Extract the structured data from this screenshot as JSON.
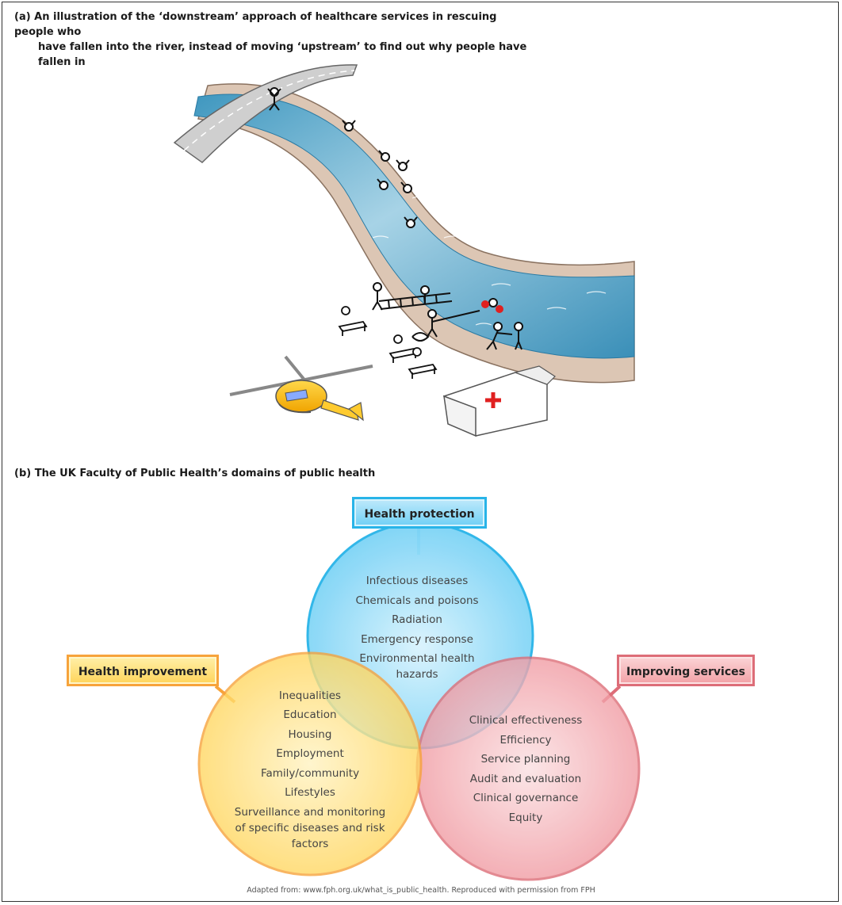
{
  "panel_a": {
    "caption_line1": "(a)  An illustration of the ‘downstream’ approach of healthcare services in rescuing people who",
    "caption_line2": "have fallen into the river, instead of moving ‘upstream’ to find out why people have fallen in"
  },
  "panel_b": {
    "caption": "(b)  The UK Faculty of Public Health’s domains of public health",
    "domains": [
      {
        "label": "Health protection",
        "color": "#5ccaf2",
        "items": [
          "Infectious diseases",
          "Chemicals and poisons",
          "Radiation",
          "Emergency response",
          "Environmental health",
          "hazards"
        ]
      },
      {
        "label": "Health improvement",
        "color": "#ffd24f",
        "items": [
          "Inequalities",
          "Education",
          "Housing",
          "Employment",
          "Family/community",
          "Lifestyles",
          "Surveillance and monitoring",
          "of specific diseases and risk",
          "factors"
        ]
      },
      {
        "label": "Improving services",
        "color": "#ef8f98",
        "items": [
          "Clinical effectiveness",
          "Efficiency",
          "Service planning",
          "Audit and evaluation",
          "Clinical governance",
          "Equity"
        ]
      }
    ]
  },
  "credit": "Adapted from: www.fph.org.uk/what_is_public_health. Reproduced with permission from FPH"
}
